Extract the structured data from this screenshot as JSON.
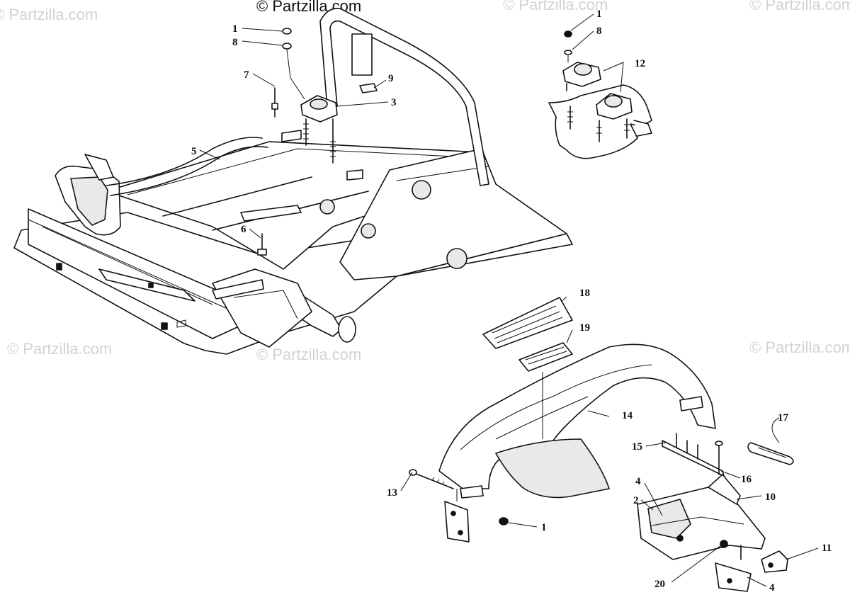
{
  "watermark": {
    "copyright": "© Partzilla.com",
    "text": "© Partzilla.com"
  },
  "callouts": {
    "c1a": "1",
    "c8a": "8",
    "c7": "7",
    "c9": "9",
    "c3": "3",
    "c5": "5",
    "c6": "6",
    "c1b": "1",
    "c8b": "8",
    "c12": "12",
    "c18": "18",
    "c19": "19",
    "c14": "14",
    "c17": "17",
    "c15": "15",
    "c16": "16",
    "c13": "13",
    "c1c": "1",
    "c4a": "4",
    "c2": "2",
    "c10": "10",
    "c11": "11",
    "c20": "20",
    "c4b": "4"
  }
}
